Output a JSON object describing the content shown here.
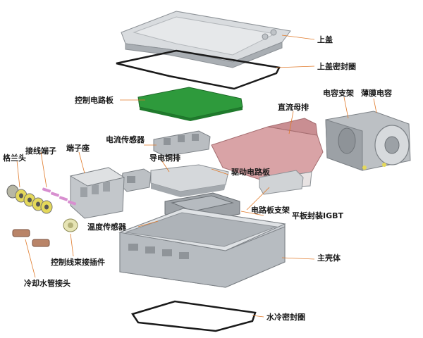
{
  "labels": {
    "upper_cover": "上盖",
    "upper_cover_seal": "上盖密封圈",
    "control_board": "控制电路板",
    "capacitor_bracket": "电容支架",
    "film_capacitor": "薄膜电容",
    "dc_busbar": "直流母排",
    "current_sensor": "电流传感器",
    "terminal_block": "端子座",
    "wiring_terminal": "接线端子",
    "gland_head": "格兰头",
    "copper_busbar": "导电铜排",
    "driver_board": "驱动电路板",
    "board_bracket": "电路板支架",
    "igbt_module": "平板封装IGBT",
    "temp_sensor": "温度传感器",
    "harness_connector": "控制线束接插件",
    "main_housing": "主壳体",
    "coolant_fitting": "冷却水管接头",
    "water_seal": "水冷密封圈"
  },
  "colors": {
    "housing": "#c9cdd2",
    "housing_dark": "#9aa0a6",
    "pcb_green": "#2e9a3c",
    "busbar_pink": "#d9a3a6",
    "gland_yellow": "#e4d85a",
    "terminal_pink": "#d88fd0",
    "fitting_bronze": "#b98468",
    "seal_black": "#1a1a1a",
    "leader_orange": "#e07a2a"
  }
}
